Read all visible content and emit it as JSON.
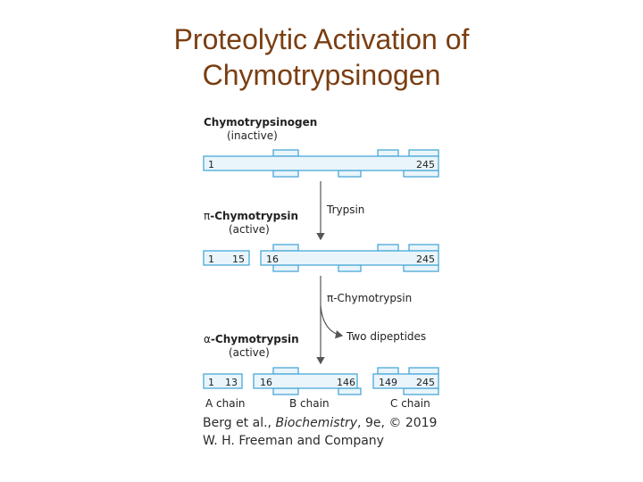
{
  "slide": {
    "title_line1": "Proteolytic Activation of",
    "title_line2": "Chymotrypsinogen"
  },
  "figure": {
    "colors": {
      "bar_stroke": "#4aa8d8",
      "bar_fill": "#e9f5fb",
      "arrow": "#555555",
      "title": "#7a3e12"
    },
    "forms": [
      {
        "name": "Chymotrypsinogen",
        "state": "(inactive)",
        "residue_start": "1",
        "residue_end": "245"
      },
      {
        "prefix": "π",
        "name": "-Chymotrypsin",
        "state": "(active)",
        "residue_start": "1",
        "cut_left": "15",
        "cut_right": "16",
        "residue_end": "245"
      },
      {
        "prefix": "α",
        "name": "-Chymotrypsin",
        "state": "(active)",
        "residue_start": "1",
        "cut1_left": "13",
        "cut1_right": "16",
        "cut2_left": "146",
        "cut2_right": "149",
        "residue_end": "245",
        "chain_a": "A chain",
        "chain_b": "B chain",
        "chain_c": "C chain"
      }
    ],
    "steps": [
      {
        "enzyme": "Trypsin"
      },
      {
        "enzyme": "π-Chymotrypsin",
        "product": "Two dipeptides"
      }
    ]
  },
  "credit": {
    "line1_prefix": "Berg et al., ",
    "line1_italic": "Biochemistry",
    "line1_suffix": ", 9e, © 2019",
    "line2": "W. H. Freeman and Company"
  }
}
